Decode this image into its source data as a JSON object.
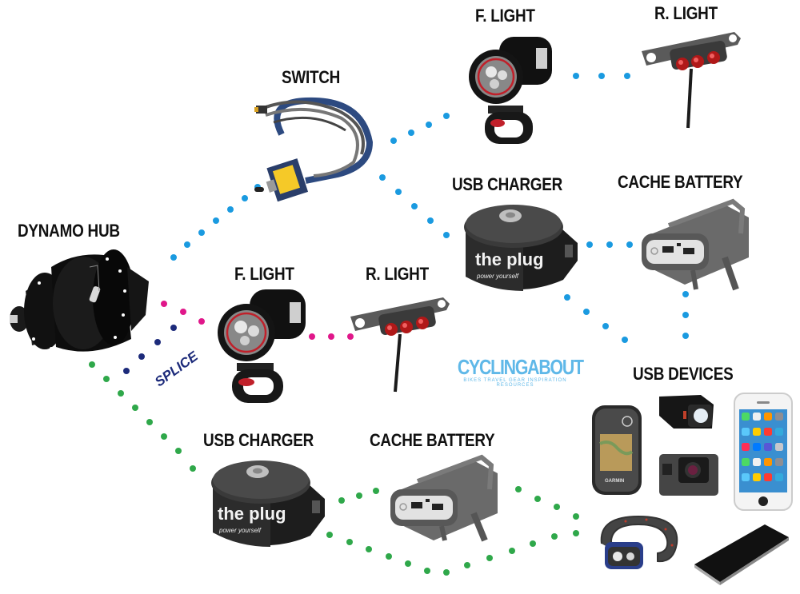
{
  "diagram": {
    "title_logo": {
      "main": "CYCLINGABOUT",
      "tagline": "BIKES   TRAVEL   GEAR   INSPIRATION   RESOURCES"
    },
    "labels": {
      "dynamo_hub": "DYNAMO HUB",
      "switch": "SWITCH",
      "top_front_light": "F. LIGHT",
      "top_rear_light": "R. LIGHT",
      "top_usb_charger": "USB CHARGER",
      "top_cache_battery": "CACHE BATTERY",
      "mid_front_light": "F. LIGHT",
      "mid_rear_light": "R. LIGHT",
      "bottom_usb_charger": "USB CHARGER",
      "bottom_cache_battery": "CACHE BATTERY",
      "usb_devices": "USB DEVICES",
      "splice": "SPLICE"
    },
    "product_text": {
      "plug_brand": "the plug",
      "plug_tagline": "power yourself",
      "gps_brand": "GARMIN"
    },
    "connection_colors": {
      "switch_circuit": "#1a9ae0",
      "light_circuit": "#e0178a",
      "splice": "#1c2a7a",
      "usb_circuit": "#2fa84a"
    },
    "connections": [
      {
        "from": "dynamo_hub",
        "to": "switch",
        "color": "switch_circuit"
      },
      {
        "from": "switch",
        "to": "top_front_light",
        "color": "switch_circuit"
      },
      {
        "from": "top_front_light",
        "to": "top_rear_light",
        "color": "switch_circuit"
      },
      {
        "from": "switch",
        "to": "top_usb_charger",
        "color": "switch_circuit"
      },
      {
        "from": "top_usb_charger",
        "to": "top_cache_battery",
        "color": "switch_circuit"
      },
      {
        "from": "top_usb_charger",
        "to": "usb_devices",
        "color": "switch_circuit"
      },
      {
        "from": "top_cache_battery",
        "to": "usb_devices",
        "color": "switch_circuit"
      },
      {
        "from": "dynamo_hub",
        "to": "mid_front_light",
        "color": "light_circuit"
      },
      {
        "from": "mid_front_light",
        "to": "mid_rear_light",
        "color": "light_circuit"
      },
      {
        "from": "dynamo_hub",
        "to": "splice",
        "color": "splice"
      },
      {
        "from": "dynamo_hub",
        "to": "bottom_usb_charger",
        "color": "usb_circuit"
      },
      {
        "from": "bottom_usb_charger",
        "to": "bottom_cache_battery",
        "color": "usb_circuit"
      },
      {
        "from": "bottom_usb_charger",
        "to": "usb_devices",
        "color": "usb_circuit"
      },
      {
        "from": "bottom_cache_battery",
        "to": "usb_devices",
        "color": "usb_circuit"
      }
    ],
    "usb_devices": [
      "gps-unit",
      "bike-light",
      "action-camera",
      "smartphone",
      "headlamp",
      "power-bank"
    ]
  }
}
